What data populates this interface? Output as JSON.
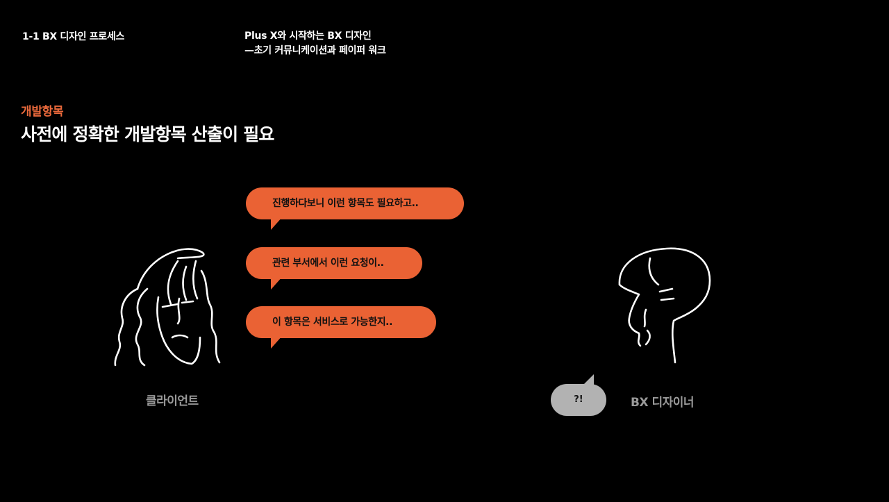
{
  "header": {
    "section_number": "1-1 BX 디자인 프로세스",
    "subtitle_line1": "Plus X와 시작하는 BX 디자인",
    "subtitle_line2": "—초기 커뮤니케이션과 페이퍼 워크"
  },
  "section": {
    "label": "개발항목",
    "title": "사전에 정확한 개발항목 산출이 필요"
  },
  "bubbles": [
    {
      "text": "진행하다보니 이런 항목도 필요하고.."
    },
    {
      "text": "관련 부서에서 이런 요청이.."
    },
    {
      "text": "이 항목은 서비스로 가능한지.."
    }
  ],
  "client": {
    "label": "클라이언트"
  },
  "designer": {
    "label": "BX 디자이너",
    "reaction": "?!"
  },
  "colors": {
    "background": "#000000",
    "accent": "#ec6a3c",
    "bubble": "#ea6234",
    "muted": "#9a9a9a",
    "gray_bubble": "#b2b2b2"
  }
}
